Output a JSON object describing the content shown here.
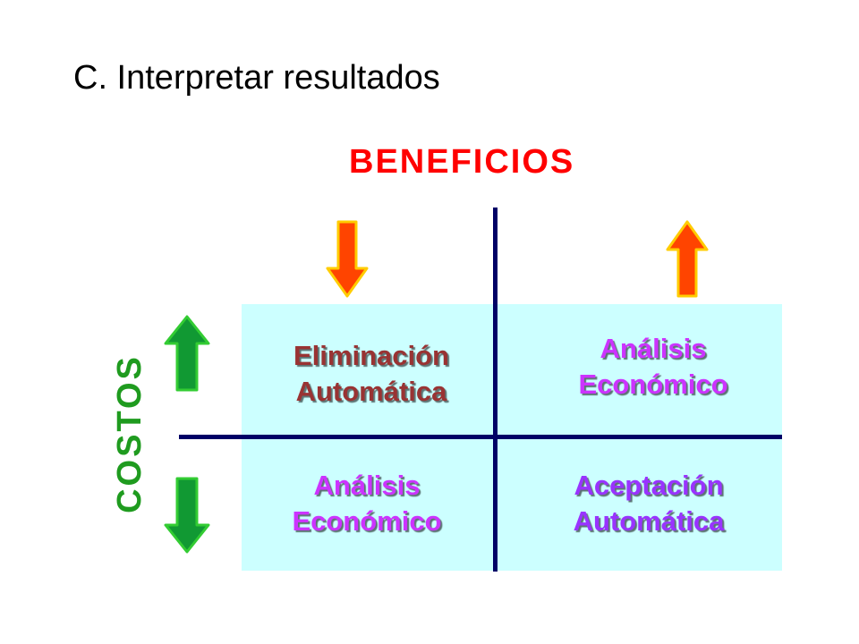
{
  "slide": {
    "title": "C. Interpretar resultados"
  },
  "diagram": {
    "benefits_label": "BENEFICIOS",
    "costs_label": "COSTOS",
    "quadrants": {
      "top_left": {
        "line1": "Eliminación",
        "line2": "Automática"
      },
      "top_right": {
        "line1": "Análisis",
        "line2": "Económico"
      },
      "bottom_left": {
        "line1": "Análisis",
        "line2": "Económico"
      },
      "bottom_right": {
        "line1": "Aceptación",
        "line2": "Automática"
      }
    }
  },
  "colors": {
    "benefits_red": "#ff0000",
    "costs_green": "#1f9b1f",
    "quadrant_bg": "#ccffff",
    "divider_navy": "#000066",
    "eliminacion_text": "#993333",
    "analisis_text": "#cc33ff",
    "aceptacion_text": "#9933ff",
    "benefit_arrow_fill": "#ff4400",
    "benefit_arrow_edge": "#ffcc00",
    "cost_arrow_fill": "#119933",
    "cost_arrow_edge": "#33cc33"
  },
  "icons": {
    "benefit_down": "arrow-down-icon",
    "benefit_up": "arrow-up-icon",
    "cost_up": "arrow-up-icon",
    "cost_down": "arrow-down-icon"
  }
}
